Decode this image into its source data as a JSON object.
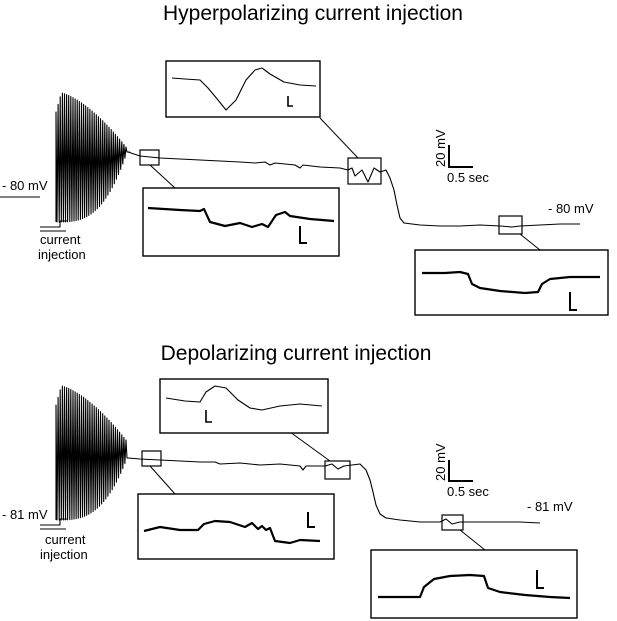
{
  "panels": [
    {
      "id": "hyper",
      "title": "Hyperpolarizing current injection",
      "resting_left": "- 80 mV",
      "resting_right": "- 80 mV",
      "stim_label_line1": "current",
      "stim_label_line2": "injection",
      "scale_voltage": "20 mV",
      "scale_time": "0.5 sec"
    },
    {
      "id": "depol",
      "title": "Depolarizing current injection",
      "resting_left": "- 81 mV",
      "resting_right": "- 81 mV",
      "stim_label_line1": "current",
      "stim_label_line2": "injection",
      "scale_voltage": "20 mV",
      "scale_time": "0.5 sec"
    }
  ]
}
